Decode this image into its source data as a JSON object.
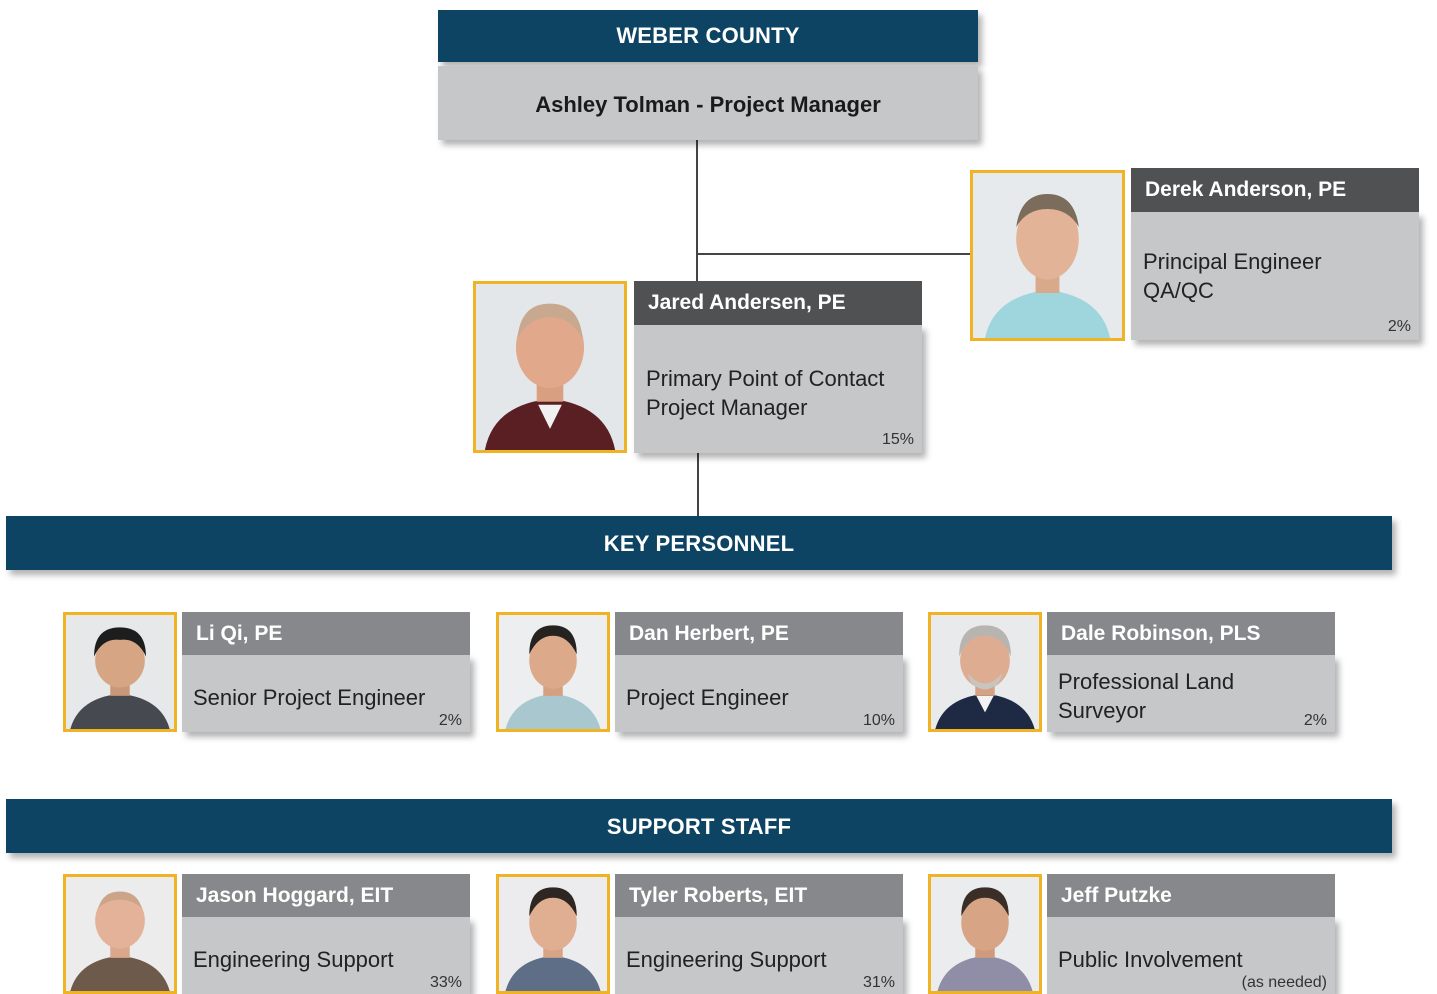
{
  "client": {
    "banner": "WEBER COUNTY",
    "project_manager": "Ashley Tolman - Project Manager"
  },
  "leads": [
    {
      "name": "Derek Anderson, PE",
      "role_line1": "Principal Engineer",
      "role_line2": "QA/QC",
      "pct": "2%"
    },
    {
      "name": "Jared Andersen, PE",
      "role_line1": "Primary Point of Contact",
      "role_line2": "Project Manager",
      "pct": "15%"
    }
  ],
  "key_personnel": {
    "banner": "KEY PERSONNEL",
    "members": [
      {
        "name": "Li Qi, PE",
        "role_line1": "Senior Project Engineer",
        "role_line2": "",
        "pct": "2%"
      },
      {
        "name": "Dan Herbert, PE",
        "role_line1": "Project Engineer",
        "role_line2": "",
        "pct": "10%"
      },
      {
        "name": "Dale Robinson, PLS",
        "role_line1": "Professional Land",
        "role_line2": "Surveyor",
        "pct": "2%"
      }
    ]
  },
  "support_staff": {
    "banner": "SUPPORT STAFF",
    "members": [
      {
        "name": "Jason Hoggard, EIT",
        "role_line1": "Engineering Support",
        "role_line2": "",
        "pct": "33%"
      },
      {
        "name": "Tyler Roberts, EIT",
        "role_line1": "Engineering Support",
        "role_line2": "",
        "pct": "31%"
      },
      {
        "name": "Jeff Putzke",
        "role_line1": "Public Involvement",
        "role_line2": "",
        "pct": "(as needed)"
      }
    ]
  },
  "colors": {
    "banner_navy": "#0d4363",
    "box_grey": "#c6c7c9",
    "name_dark": "#505153",
    "name_grey": "#87888b",
    "photo_border": "#f0b323"
  }
}
